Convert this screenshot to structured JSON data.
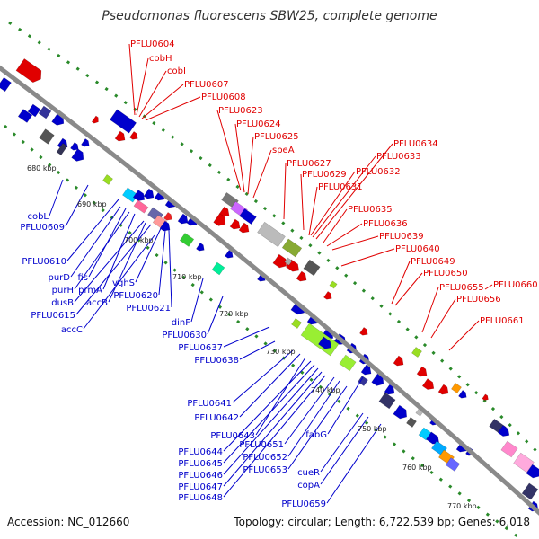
{
  "title": "Pseudomonas fluorescens SBW25, complete genome",
  "accession": "Accession: NC_012660",
  "summary": "Topology: circular; Length: 6,722,539 bp; Genes: 6,018",
  "colors": {
    "forward": "#e00000",
    "reverse": "#0000cc",
    "backbone": "#888888",
    "ticks": "#2a8a2a"
  },
  "kbp_labels": [
    "680 kbp",
    "690 kbp",
    "700 kbp",
    "710 kbp",
    "720 kbp",
    "730 kbp",
    "740 kbp",
    "750 kbp",
    "760 kbp",
    "770 kbp"
  ],
  "top_labels": [
    "PFLU0604",
    "cobH",
    "cobI",
    "PFLU0607",
    "PFLU0608",
    "PFLU0623",
    "PFLU0624",
    "PFLU0625",
    "speA",
    "PFLU0627",
    "PFLU0629",
    "PFLU0631",
    "PFLU0632",
    "PFLU0633",
    "PFLU0634",
    "PFLU0635",
    "PFLU0636",
    "PFLU0639",
    "PFLU0640",
    "PFLU0649",
    "PFLU0650",
    "PFLU0655",
    "PFLU0656",
    "PFLU0660",
    "PFLU0661"
  ],
  "bottom_labels": [
    "cobL",
    "PFLU0609",
    "PFLU0610",
    "purD",
    "fis",
    "purH",
    "prmA",
    "dusB",
    "accB",
    "PFLU0615",
    "vghS",
    "PFLU0620",
    "PFLU0621",
    "accC",
    "dinF",
    "PFLU0630",
    "PFLU0637",
    "PFLU0638",
    "PFLU0641",
    "PFLU0642",
    "PFLU0643",
    "PFLU0644",
    "PFLU0645",
    "PFLU0646",
    "PFLU0647",
    "PFLU0648",
    "PFLU0651",
    "PFLU0652",
    "PFLU0653",
    "fabG",
    "cueR",
    "copA",
    "PFLU0659"
  ]
}
